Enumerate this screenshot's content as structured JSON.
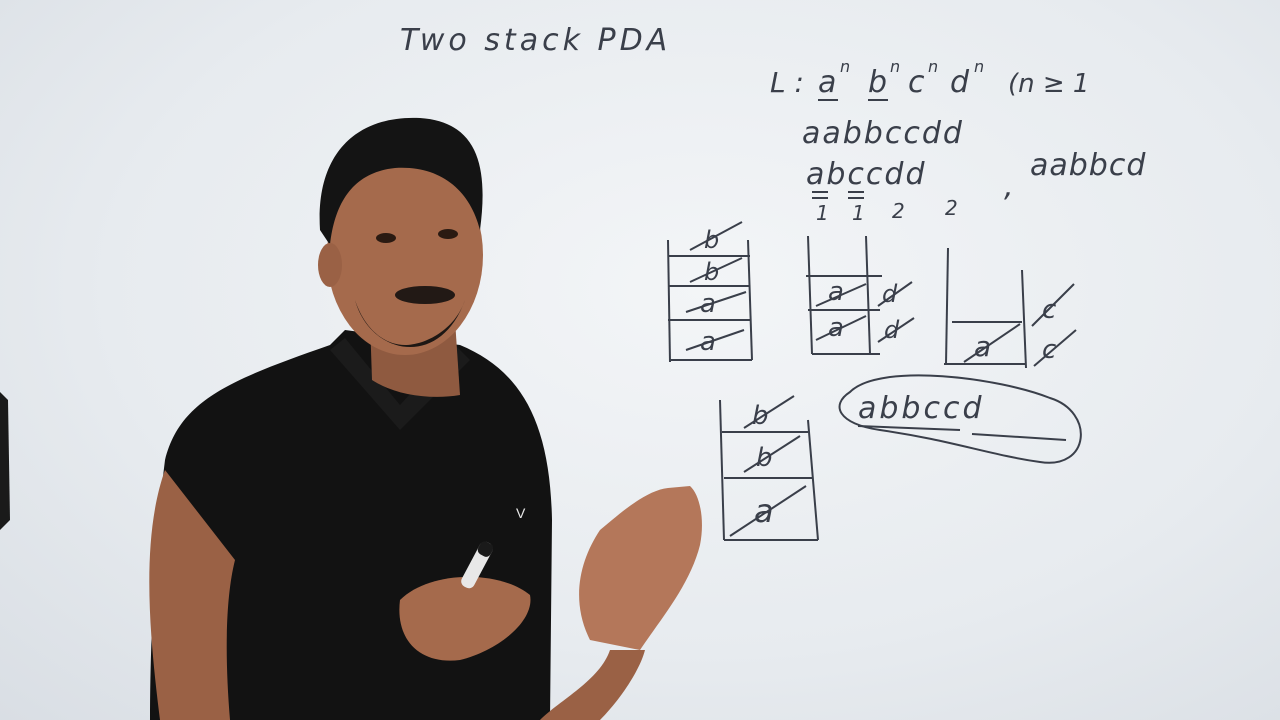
{
  "whiteboard": {
    "title": "Two stack PDA",
    "language_prefix": "L : ",
    "language_terms": [
      "a",
      "b",
      "c",
      "d"
    ],
    "exponent": "n",
    "condition": "(n ≥ 1",
    "example_accept": "aabbccdd",
    "example_trace": "abccdd",
    "trace_counts": [
      "1",
      "1",
      "2",
      "2"
    ],
    "trace_separator": ",",
    "example_reject": "aabbcd",
    "circled_string": "abbccd",
    "stacks": {
      "stack1": [
        "b",
        "b",
        "a",
        "a"
      ],
      "stack2": [
        "a",
        "a"
      ],
      "stack2_side": [
        "d",
        "d"
      ],
      "stack3": [
        "a"
      ],
      "stack3_side": [
        "c",
        "c"
      ],
      "stack4": [
        "b",
        "b",
        "a"
      ]
    }
  },
  "presenter": {
    "shirt_logo": "V"
  },
  "colors": {
    "board": "#eef1f4",
    "ink": "#3a3f4a",
    "shirt": "#111111",
    "skin": "#a56a4c"
  }
}
